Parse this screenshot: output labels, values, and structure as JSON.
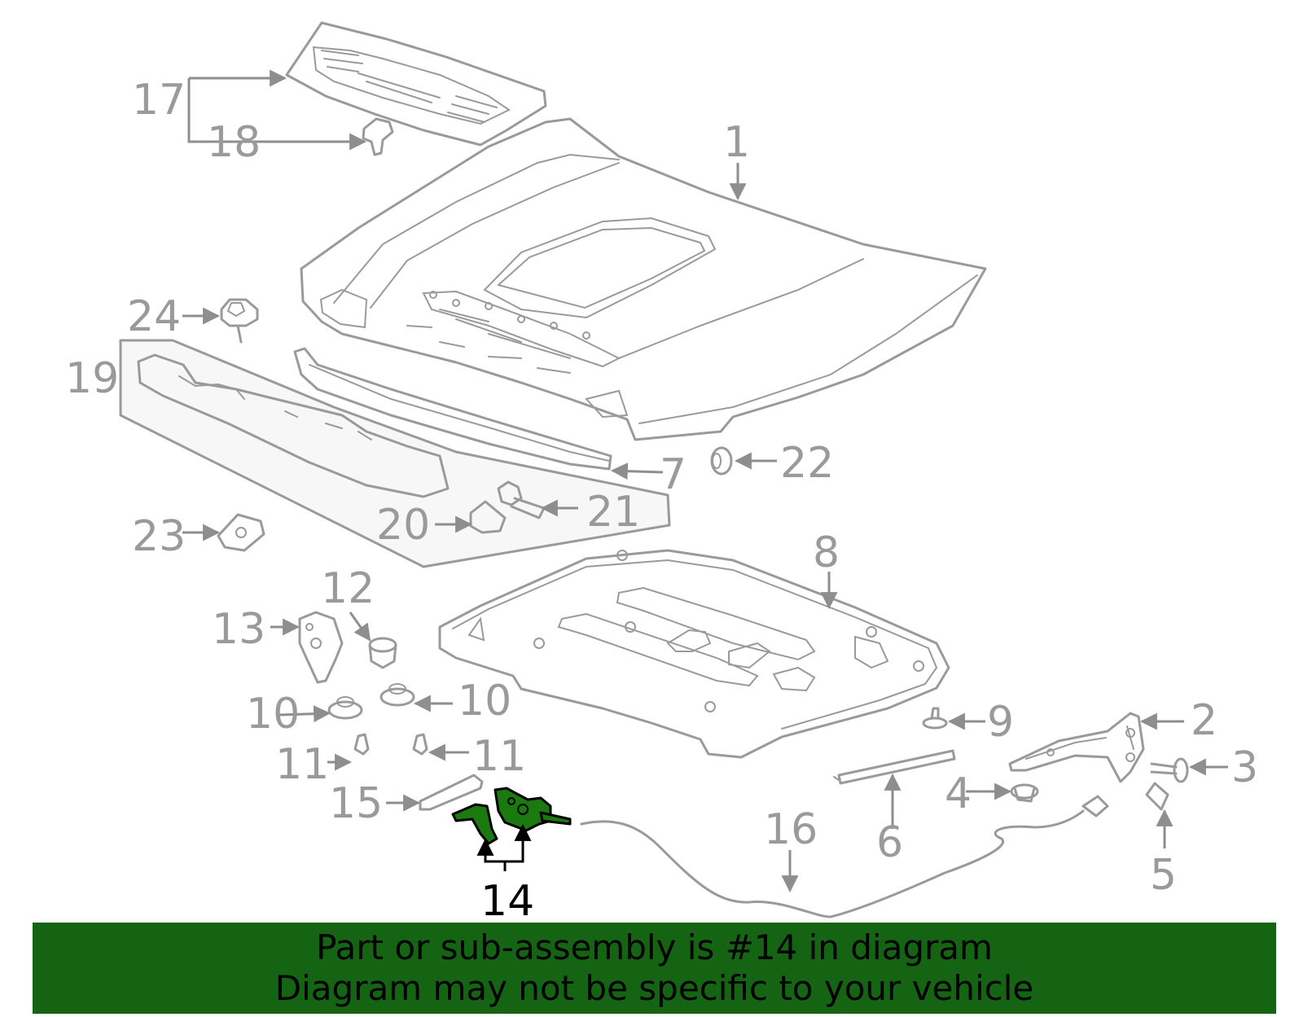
{
  "diagram": {
    "callouts": [
      "1",
      "2",
      "3",
      "4",
      "5",
      "6",
      "7",
      "8",
      "9",
      "10",
      "10",
      "11",
      "11",
      "12",
      "13",
      "14",
      "15",
      "16",
      "17",
      "18",
      "19",
      "20",
      "21",
      "22",
      "23",
      "24"
    ],
    "highlighted_part": "14",
    "accent_color": "#146414",
    "highlight_fill": "#1a7a10",
    "line_color": "#9a9a9a"
  },
  "banner": {
    "line1": "Part or sub-assembly is #14 in diagram",
    "line2": "Diagram may not be specific to your vehicle"
  }
}
